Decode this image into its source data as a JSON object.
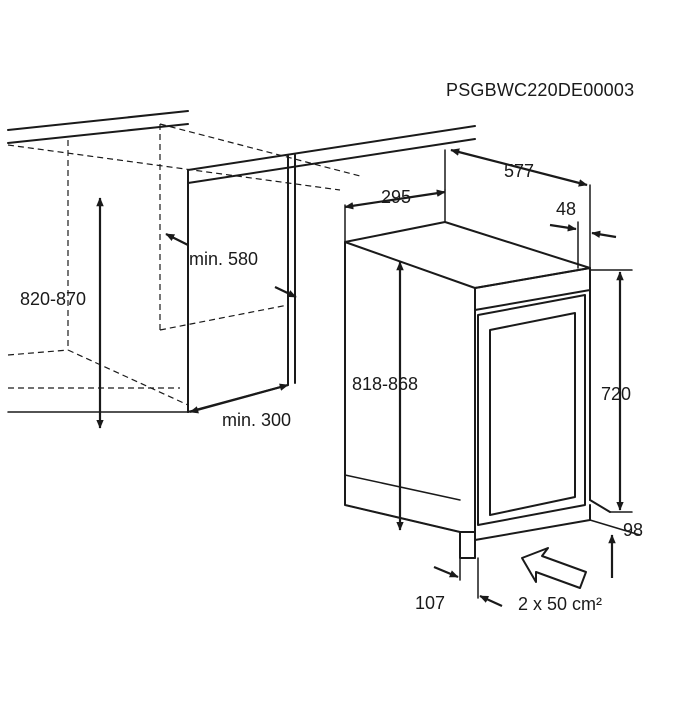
{
  "model_code": "PSGBWC220DE00003",
  "dimensions": {
    "niche_height": "820-870",
    "niche_depth_min": "min. 580",
    "niche_width_min": "min. 300",
    "appliance_width": "295",
    "appliance_depth": "577",
    "door_offset": "48",
    "appliance_height": "818-868",
    "door_height": "720",
    "plinth_depth": "98",
    "plinth_offset": "107",
    "ventilation": "2 x 50 cm²"
  },
  "colors": {
    "line": "#1a1a1a",
    "background": "#ffffff"
  }
}
